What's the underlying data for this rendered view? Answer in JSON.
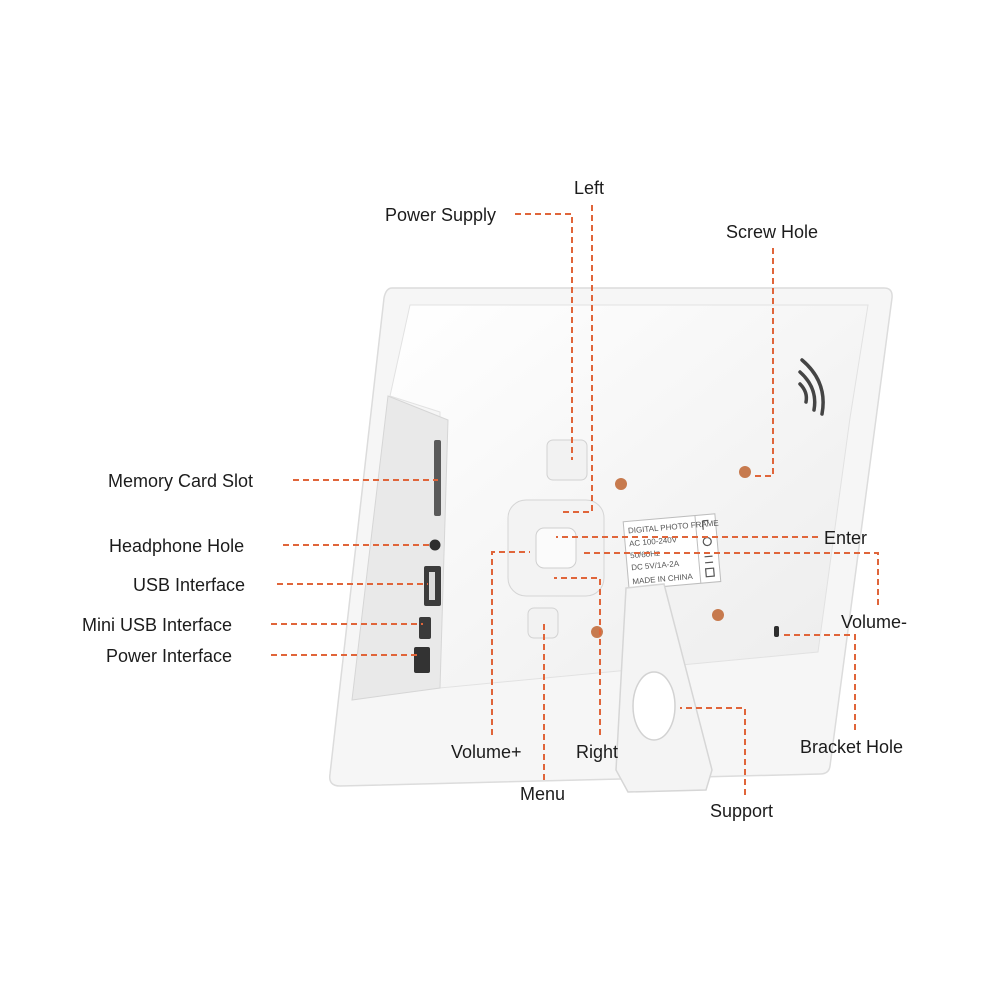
{
  "callouts": {
    "left": "Left",
    "power_supply": "Power Supply",
    "screw_hole": "Screw Hole",
    "memory_card_slot": "Memory Card Slot",
    "headphone_hole": "Headphone Hole",
    "usb_interface": "USB Interface",
    "mini_usb_interface": "Mini USB Interface",
    "power_interface": "Power Interface",
    "enter": "Enter",
    "volume_minus": "Volume-",
    "volume_plus": "Volume+",
    "right": "Right",
    "bracket_hole": "Bracket Hole",
    "menu": "Menu",
    "support": "Support"
  },
  "label_plate": {
    "line1": "DIGITAL PHOTO FRAME",
    "line2": "AC 100-240V",
    "line3": "50/60Hz",
    "line4": "DC 5V/1A-2A",
    "line5": "MADE IN CHINA"
  },
  "colors": {
    "leader": "#e0653a",
    "screw": "#c77a4e",
    "frame": "#f7f7f7",
    "text": "#1c1c1c"
  }
}
